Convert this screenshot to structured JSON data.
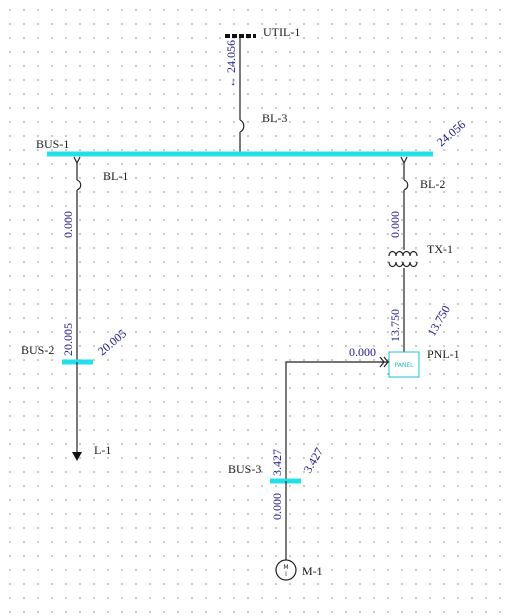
{
  "labels": {
    "util": "UTIL-1",
    "bus1": "BUS-1",
    "bus2": "BUS-2",
    "bus3": "BUS-3",
    "bl1": "BL-1",
    "bl2": "BL-2",
    "bl3": "BL-3",
    "tx1": "TX-1",
    "pnl1": "PNL-1",
    "l1": "L-1",
    "m1": "M-1"
  },
  "values": {
    "util_flow": "← 24.056",
    "bus1_voltage": "24.056",
    "bl1_flow": "0.000",
    "bl2_flow": "0.000",
    "bus2_flow": "20.005",
    "bus2_voltage": "20.005",
    "tx1_secondary": "13.750",
    "pnl1_voltage": "13.750",
    "pnl1_feeder": "0.000",
    "bus3_flow_in": "3.427",
    "bus3_voltage": "3.427",
    "bus3_flow_out": "0.000"
  },
  "symbols": {
    "panel_text": "PANEL",
    "motor_text_top": "M",
    "motor_text_bottom": "I"
  },
  "colors": {
    "bus": "#22e0e8",
    "wire": "#222222",
    "value_text": "#1b1b8f"
  }
}
